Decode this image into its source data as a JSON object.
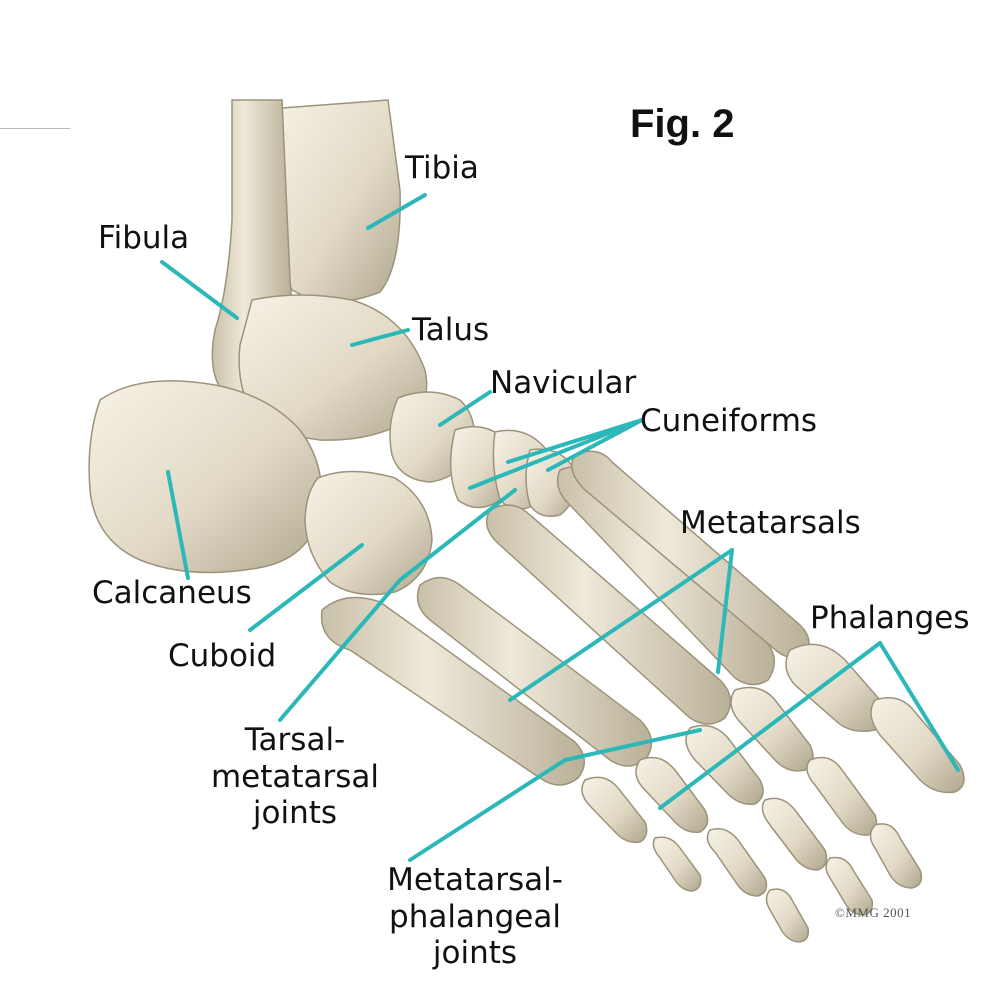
{
  "figure": {
    "number_label": "Fig. 2",
    "copyright": "©MMG 2001"
  },
  "labels": {
    "tibia": "Tibia",
    "fibula": "Fibula",
    "talus": "Talus",
    "navicular": "Navicular",
    "cuneiforms": "Cuneiforms",
    "metatarsals": "Metatarsals",
    "phalanges": "Phalanges",
    "calcaneus": "Calcaneus",
    "cuboid": "Cuboid",
    "tarsal_metatarsal_joints": [
      "Tarsal-",
      "metatarsal",
      "joints"
    ],
    "metatarsal_phalangeal_joints": [
      "Metatarsal-",
      "phalangeal",
      "joints"
    ]
  },
  "colors": {
    "background": "#ffffff",
    "bone": "#e2dac6",
    "bone_shadow": "#a89f88",
    "bone_highlight": "#f6f2e6",
    "leader_line": "#2cb8b8",
    "text": "#111111"
  }
}
